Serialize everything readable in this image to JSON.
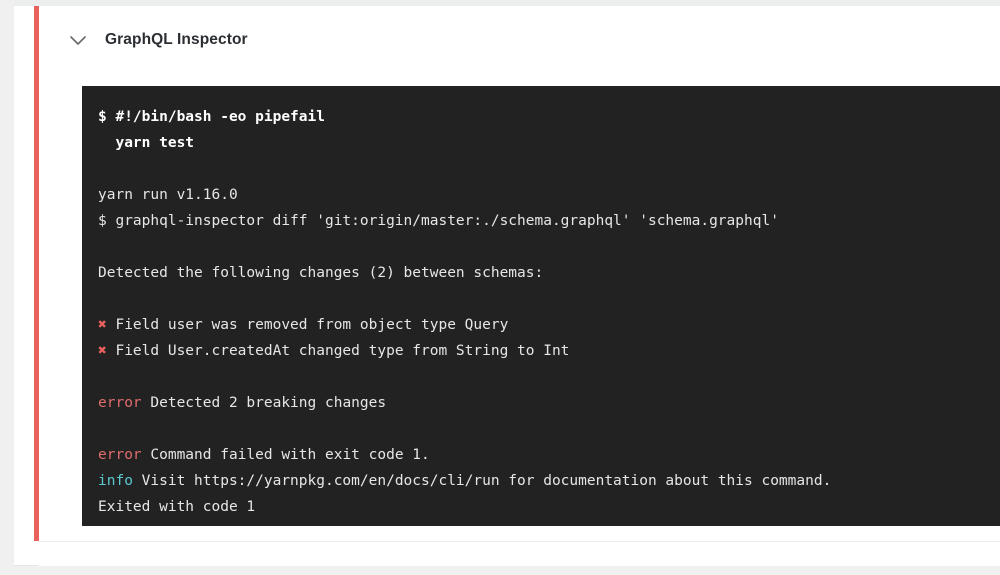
{
  "job": {
    "title": "GraphQL Inspector",
    "collapse_icon": "chevron-down-icon",
    "status_color": "#e8615d"
  },
  "terminal": {
    "background": "#222222",
    "text_color": "#e6e6e6",
    "error_color": "#e06c6c",
    "info_color": "#5bc8cf",
    "cross_color": "#e8615d",
    "cross_glyph": "✖",
    "lines": [
      {
        "type": "command",
        "text": "$ #!/bin/bash -eo pipefail"
      },
      {
        "type": "command",
        "text": "  yarn test"
      },
      {
        "type": "blank",
        "text": ""
      },
      {
        "type": "plain",
        "text": "yarn run v1.16.0"
      },
      {
        "type": "plain",
        "text": "$ graphql-inspector diff 'git:origin/master:./schema.graphql' 'schema.graphql'"
      },
      {
        "type": "blank",
        "text": ""
      },
      {
        "type": "plain",
        "text": "Detected the following changes (2) between schemas:"
      },
      {
        "type": "blank",
        "text": ""
      },
      {
        "type": "cross",
        "label": "✖",
        "text": " Field user was removed from object type Query"
      },
      {
        "type": "cross",
        "label": "✖",
        "text": " Field User.createdAt changed type from String to Int"
      },
      {
        "type": "blank",
        "text": ""
      },
      {
        "type": "error",
        "label": "error",
        "text": " Detected 2 breaking changes"
      },
      {
        "type": "blank",
        "text": ""
      },
      {
        "type": "error",
        "label": "error",
        "text": " Command failed with exit code 1."
      },
      {
        "type": "info",
        "label": "info",
        "text": " Visit https://yarnpkg.com/en/docs/cli/run for documentation about this command."
      },
      {
        "type": "plain",
        "text": "Exited with code 1"
      }
    ]
  }
}
